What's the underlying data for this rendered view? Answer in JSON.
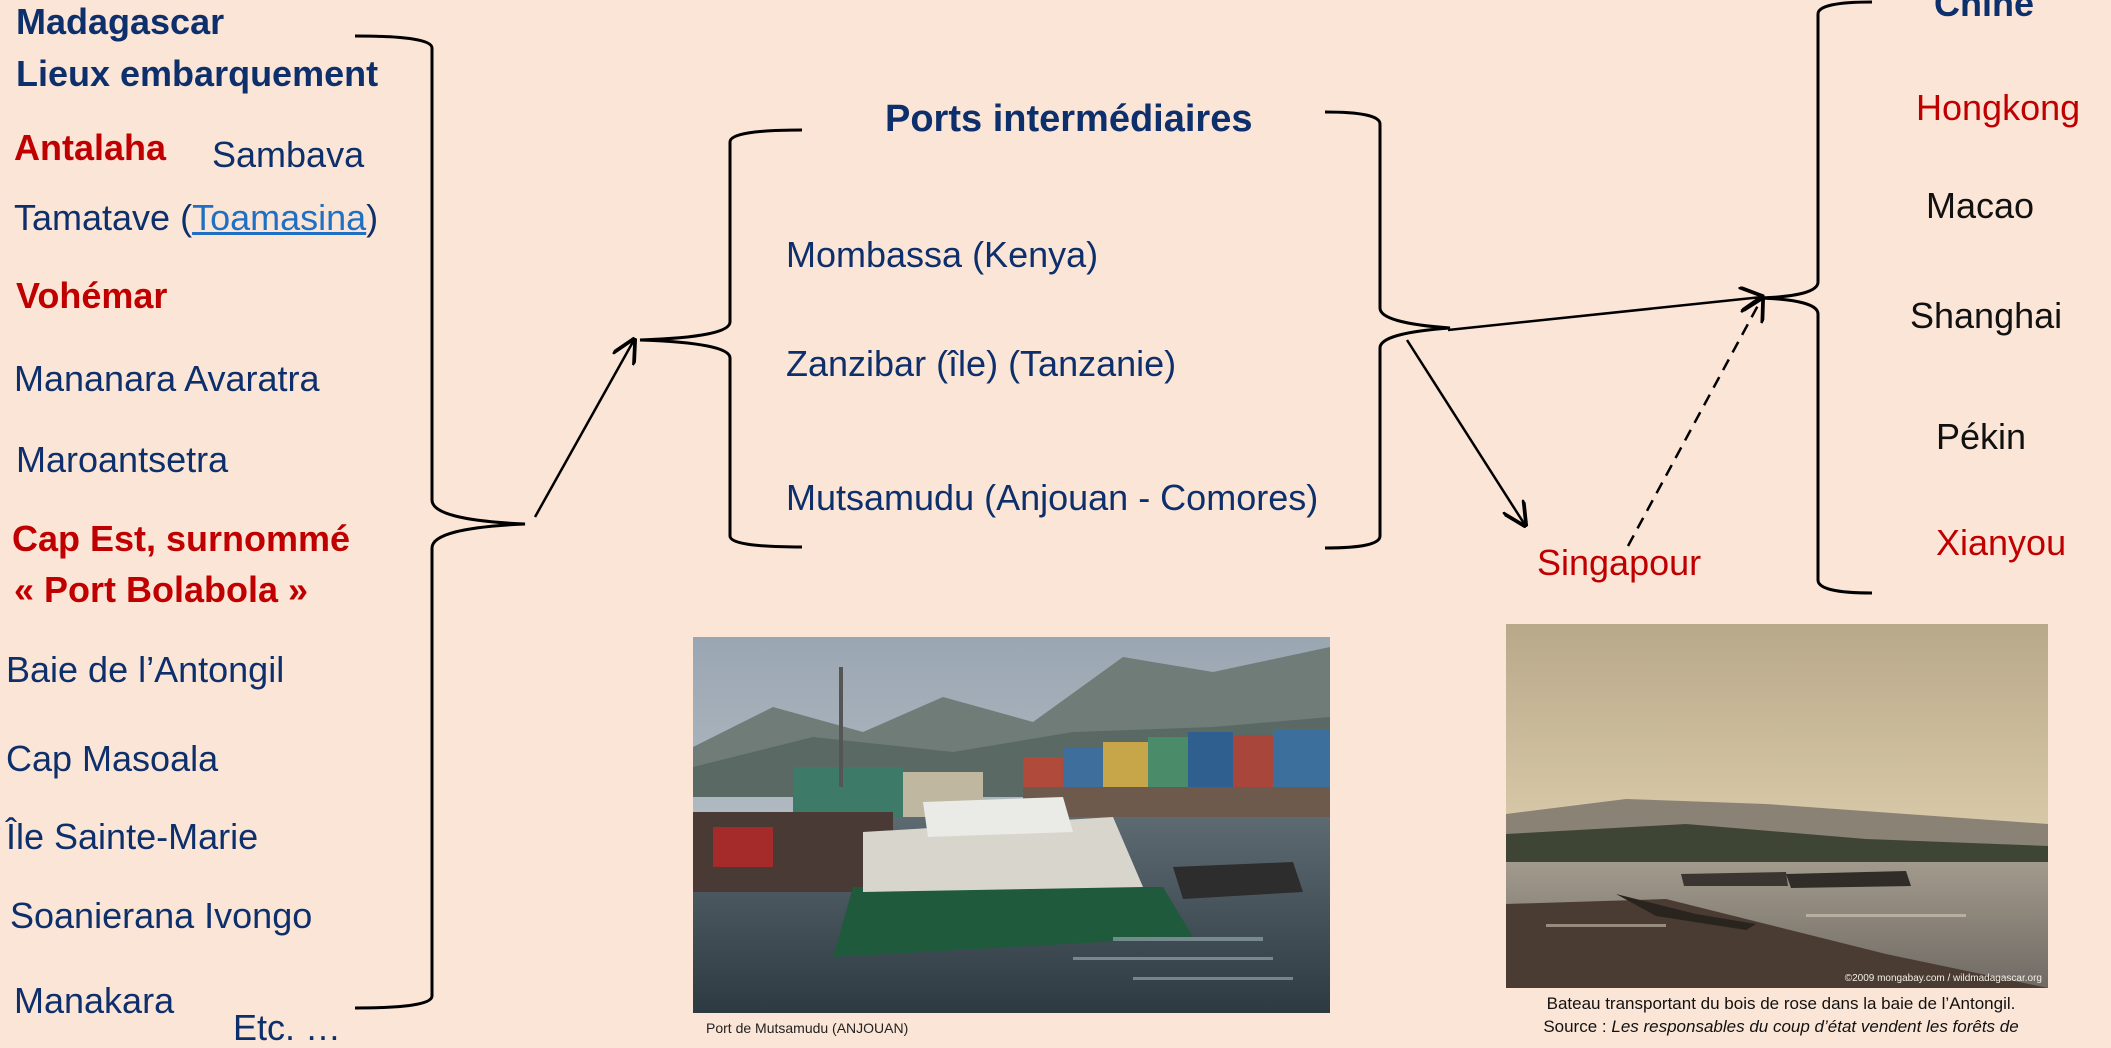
{
  "madagascar": {
    "title_line1": "Madagascar",
    "title_line2": "Lieux embarquement",
    "antalaha": "Antalaha",
    "sambava": "Sambava",
    "tamatave_prefix": "Tamatave (",
    "tamatave_link": "Toamasina",
    "tamatave_suffix": ")",
    "vohemar": "Vohémar",
    "mananara": "Mananara Avaratra",
    "maroantsetra": "Maroantsetra",
    "cap_est_line1": "Cap Est, surnommé",
    "cap_est_line2": "« Port Bolabola »",
    "baie": "Baie de l’Antongil",
    "cap_masoala": "Cap Masoala",
    "ile_sainte_marie": "Île Sainte-Marie",
    "soanierana": "Soanierana Ivongo",
    "manakara": "Manakara",
    "etc": "Etc. …"
  },
  "intermediaires": {
    "title": "Ports intermédiaires",
    "mombassa": "Mombassa (Kenya)",
    "zanzibar": "Zanzibar (île) (Tanzanie)",
    "mutsamudu": "Mutsamudu (Anjouan - Comores)"
  },
  "singapour": "Singapour",
  "chine": {
    "title": "Chine",
    "hongkong": "Hongkong",
    "macao": "Macao",
    "shanghai": "Shanghai",
    "pekin": "Pékin",
    "xianyou": "Xianyou"
  },
  "photo_left": {
    "caption_line1": "Port de Mutsamudu (ANJOUAN)"
  },
  "photo_right": {
    "credit": "©2009 mongabay.com / wildmadagascar.org",
    "caption_line1": "Bateau transportant du bois de rose dans la baie de l’Antongil.",
    "caption_source_label": "Source : ",
    "caption_source_title": "Les responsables du coup d’état vendent les forêts de"
  },
  "colors": {
    "background": "#fbe5d6",
    "navy_text": "#0d2f6b",
    "red_text": "#c00000",
    "link": "#1f6fc5"
  }
}
